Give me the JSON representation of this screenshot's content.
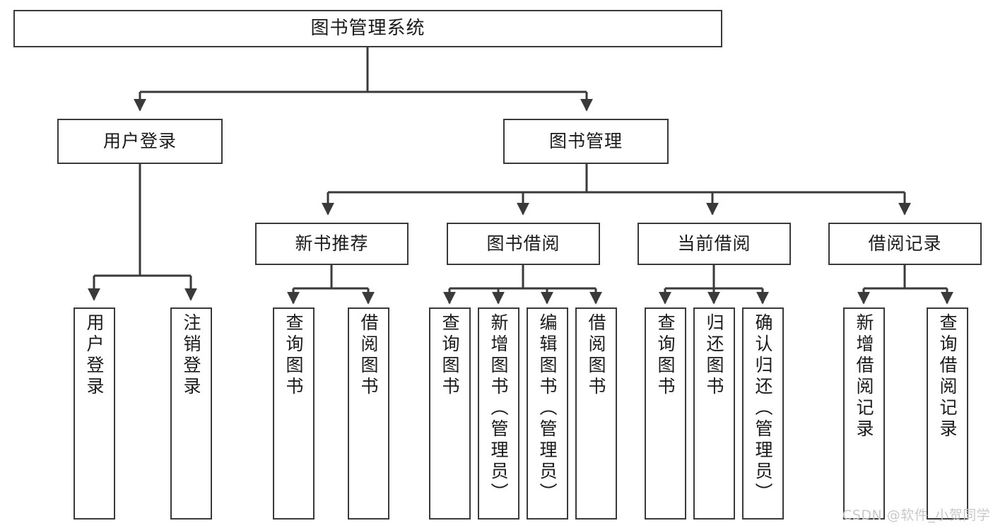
{
  "diagram": {
    "title": "图书管理系统",
    "type": "hierarchy-tree",
    "orientation": "top-down",
    "stroke_color": "#3a3a3a",
    "background_color": "#ffffff",
    "text_color": "#1a1a1a",
    "levels": 4
  },
  "nodes": {
    "root": {
      "label": "图书管理系统",
      "level": 1
    },
    "l2": [
      {
        "label": "用户登录",
        "level": 2
      },
      {
        "label": "图书管理",
        "level": 2
      }
    ],
    "l3": [
      {
        "label": "新书推荐",
        "level": 3
      },
      {
        "label": "图书借阅",
        "level": 3
      },
      {
        "label": "当前借阅",
        "level": 3
      },
      {
        "label": "借阅记录",
        "level": 3
      }
    ],
    "leaves": [
      {
        "label": "用户登录",
        "parent": "用户登录",
        "level": 3
      },
      {
        "label": "注销登录",
        "parent": "用户登录",
        "level": 3
      },
      {
        "label": "查询图书",
        "parent": "新书推荐",
        "level": 4
      },
      {
        "label": "借阅图书",
        "parent": "新书推荐",
        "level": 4
      },
      {
        "label": "查询图书",
        "parent": "图书借阅",
        "level": 4
      },
      {
        "label": "新增图书（管理员）",
        "parent": "图书借阅",
        "level": 4
      },
      {
        "label": "编辑图书（管理员）",
        "parent": "图书借阅",
        "level": 4
      },
      {
        "label": "借阅图书",
        "parent": "图书借阅",
        "level": 4
      },
      {
        "label": "查询图书",
        "parent": "当前借阅",
        "level": 4
      },
      {
        "label": "归还图书",
        "parent": "当前借阅",
        "level": 4
      },
      {
        "label": "确认归还（管理员）",
        "parent": "当前借阅",
        "level": 4
      },
      {
        "label": "新增借阅记录",
        "parent": "借阅记录",
        "level": 4
      },
      {
        "label": "查询借阅记录",
        "parent": "借阅记录",
        "level": 4
      }
    ]
  },
  "watermark": {
    "text": "CSDN @软件_小贺同学"
  }
}
